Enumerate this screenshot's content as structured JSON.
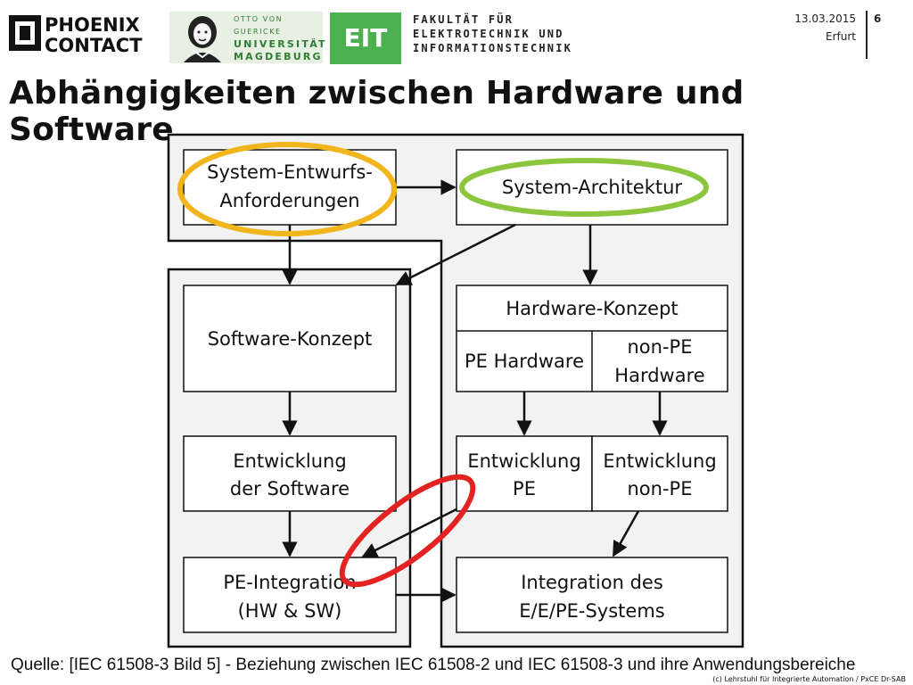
{
  "header": {
    "brand_line1": "PHOENIX",
    "brand_line2": "CONTACT",
    "univ_line1": "OTTO VON GUERICKE",
    "univ_line2": "UNIVERSITÄT",
    "univ_line3": "MAGDEBURG",
    "eit": "EIT",
    "faculty_line1": "FAKULTÄT FÜR",
    "faculty_line2": "ELEKTROTECHNIK UND",
    "faculty_line3": "INFORMATIONSTECHNIK",
    "date": "13.03.2015",
    "location": "Erfurt",
    "page": "6"
  },
  "title": "Abhängigkeiten zwischen Hardware und Software",
  "diagram": {
    "system_req_l1": "System-Entwurfs-",
    "system_req_l2": "Anforderungen",
    "system_arch": "System-Architektur",
    "sw_concept": "Software-Konzept",
    "hw_concept": "Hardware-Konzept",
    "pe_hw": "PE Hardware",
    "nonpe_hw_l1": "non-PE",
    "nonpe_hw_l2": "Hardware",
    "dev_sw_l1": "Entwicklung",
    "dev_sw_l2": "der Software",
    "dev_pe_l1": "Entwicklung",
    "dev_pe_l2": "PE",
    "dev_nonpe_l1": "Entwicklung",
    "dev_nonpe_l2": "non-PE",
    "pe_int_l1": "PE-Integration",
    "pe_int_l2": "(HW & SW)",
    "int_sys_l1": "Integration des",
    "int_sys_l2": "E/E/PE-Systems",
    "highlight_colors": {
      "yellow": "#f2b61c",
      "green": "#8cc63f",
      "red": "#e32222"
    }
  },
  "source": "Quelle: [IEC 61508-3 Bild 5] - Beziehung zwischen IEC 61508-2 und IEC 61508-3 und ihre Anwendungsbereiche",
  "copyright": "(c) Lehrstuhl für Integrierte Automation / PxCE Dr-SAB"
}
